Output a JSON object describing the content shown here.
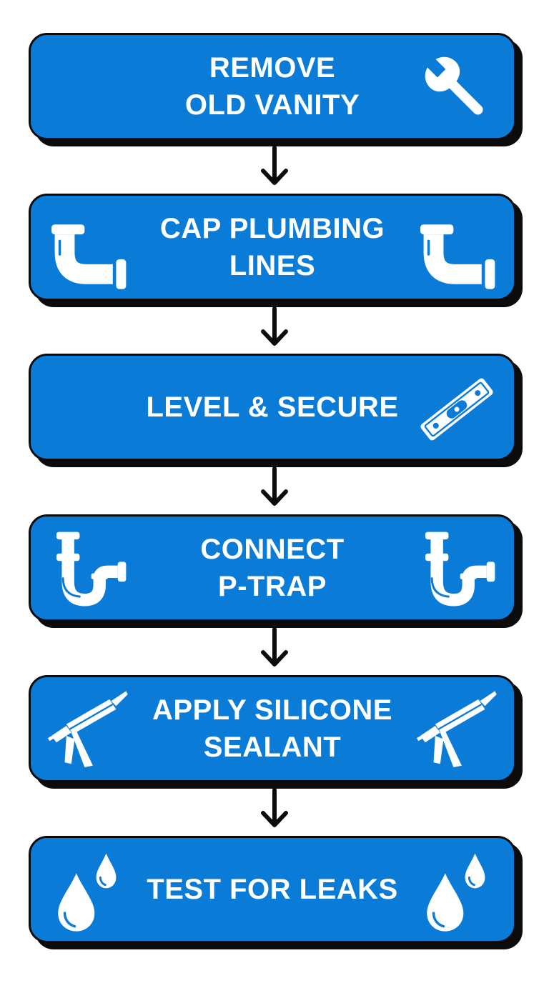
{
  "steps": [
    {
      "line1": "REMOVE",
      "line2": "OLD VANITY",
      "icons": [
        "wrench-icon"
      ]
    },
    {
      "line1": "CAP PLUMBING",
      "line2": "LINES",
      "icons": [
        "pipe-elbow-icon",
        "pipe-elbow-icon"
      ]
    },
    {
      "line1": "LEVEL & SECURE",
      "line2": "",
      "icons": [
        "spirit-level-icon"
      ]
    },
    {
      "line1": "CONNECT",
      "line2": "P-TRAP",
      "icons": [
        "p-trap-icon",
        "p-trap-icon"
      ]
    },
    {
      "line1": "APPLY SILICONE",
      "line2": "SEALANT",
      "icons": [
        "caulk-gun-icon",
        "caulk-gun-icon"
      ]
    },
    {
      "line1": "TEST FOR LEAKS",
      "line2": "",
      "icons": [
        "water-drops-icon",
        "water-drops-icon"
      ]
    }
  ],
  "colors": {
    "box_fill": "#0a7bd6",
    "box_border": "#0b0b0b",
    "text": "#ffffff",
    "arrow": "#0b0b0b"
  }
}
